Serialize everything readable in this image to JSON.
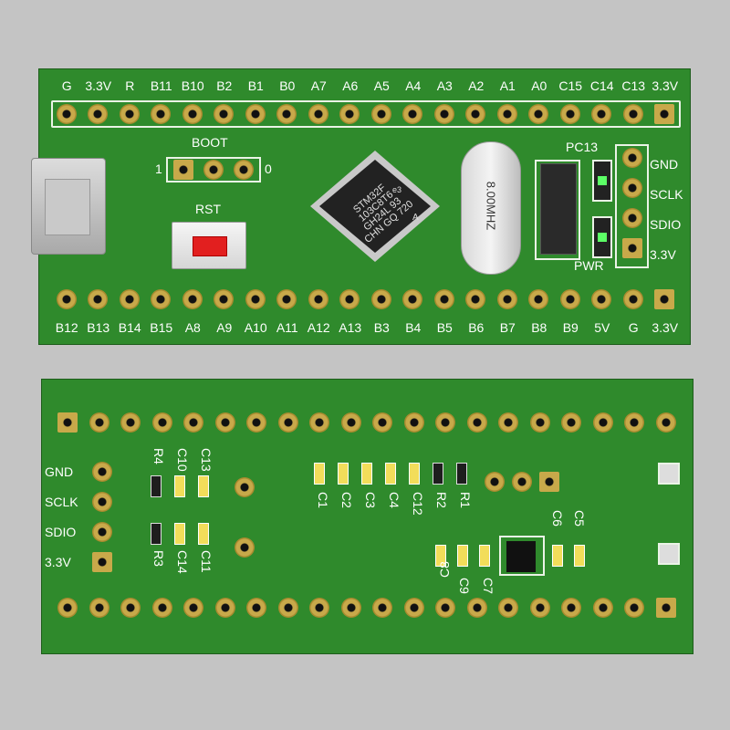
{
  "top": {
    "top_header_labels": [
      "G",
      "3.3V",
      "R",
      "B11",
      "B10",
      "B2",
      "B1",
      "B0",
      "A7",
      "A6",
      "A5",
      "A4",
      "A3",
      "A2",
      "A1",
      "A0",
      "C15",
      "C14",
      "C13",
      "3.3V"
    ],
    "bottom_header_labels": [
      "B12",
      "B13",
      "B14",
      "B15",
      "A8",
      "A9",
      "A10",
      "A11",
      "A12",
      "A13",
      "B3",
      "B4",
      "B5",
      "B6",
      "B7",
      "B8",
      "B9",
      "5V",
      "G",
      "3.3V"
    ],
    "boot_label": "BOOT",
    "boot_one": "1",
    "boot_zero": "0",
    "rst_label": "RST",
    "crystal_text": "8.00MHZ",
    "chip_text": [
      "STM32F",
      "103C8T6",
      "GH24L 93",
      "CHN GQ 720",
      "e3",
      "A"
    ],
    "led1_label": "PC13",
    "led2_label": "PWR",
    "swd_labels": [
      "GND",
      "SCLK",
      "SDIO",
      "3.3V"
    ]
  },
  "bottom": {
    "swd_labels": [
      "GND",
      "SCLK",
      "SDIO",
      "3.3V"
    ],
    "left_labels": [
      "R4",
      "C10",
      "C13",
      "R3",
      "C14",
      "C11"
    ],
    "center_labels": [
      "C1",
      "C2",
      "C3",
      "C4",
      "C12",
      "R2",
      "R1"
    ],
    "right_labels": [
      "C8",
      "C9",
      "C7",
      "C6",
      "C5"
    ]
  },
  "colors": {
    "board": "#2f8a2c",
    "silk": "#ffffff",
    "pad": "#c8a94a",
    "background": "#c4c4c4"
  }
}
